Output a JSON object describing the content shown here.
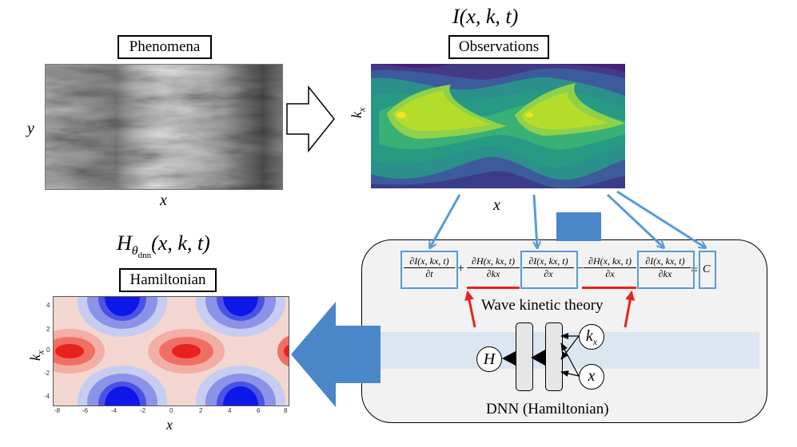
{
  "phenomena": {
    "label": "Phenomena",
    "xlabel": "x",
    "ylabel": "y"
  },
  "observations": {
    "formula_prefix": "I",
    "formula_args": "(x, k, t)",
    "label": "Observations",
    "xlabel": "x",
    "ylabel_k": "k",
    "ylabel_sub": "x"
  },
  "hamiltonian": {
    "formula_prefix": "H",
    "formula_sub": "θ",
    "formula_subsub": "dnn",
    "formula_args": "(x, k, t)",
    "label": "Hamiltonian",
    "xlabel": "x",
    "ylabel_k": "k",
    "ylabel_sub": "x",
    "x_ticks": [
      "-8",
      "-6",
      "-4",
      "-2",
      "0",
      "2",
      "4",
      "6",
      "8"
    ],
    "y_ticks": [
      "4",
      "2",
      "0",
      "-2",
      "-4"
    ]
  },
  "equation": {
    "t1_num": "∂I(x, kx, t)",
    "t1_den": "∂t",
    "plus": "+",
    "t2_num": "∂H(x, kx, t)",
    "t2_den": "∂kx",
    "t3_num": "∂I(x, kx, t)",
    "t3_den": "∂x",
    "minus": "−",
    "t4_num": "∂H(x, kx, t)",
    "t4_den": "∂x",
    "t5_num": "∂I(x, kx, t)",
    "t5_den": "∂kx",
    "equals": "=",
    "rhs": "C"
  },
  "wave_theory_label": "Wave kinetic theory",
  "dnn": {
    "caption": "DNN (Hamiltonian)",
    "output_node": "H",
    "input_k": "k",
    "input_k_sub": "x",
    "input_x": "x"
  },
  "colors": {
    "blue_arrow": "#5a9bd5",
    "red_arrow": "#e8211d",
    "panel_bg": "#f2f2f2",
    "big_arrow": "#4a86c8"
  }
}
